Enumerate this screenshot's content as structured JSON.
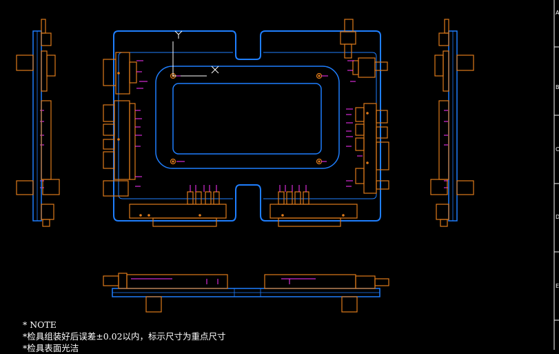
{
  "axes": {
    "y_label": "Y",
    "x_label": "X"
  },
  "border_letters": [
    "A",
    "B",
    "C",
    "D",
    "E"
  ],
  "notes": {
    "title": "* NOTE",
    "line1": "*检具组装好后误差±0.02以内，标示尺寸为重点尺寸",
    "line2": "*检具表面光洁"
  },
  "colors": {
    "background": "#000000",
    "outline_blue": "#1f7fff",
    "component_orange": "#e07b1a",
    "dimension_magenta": "#ff33ff",
    "frame_white": "#ffffff"
  }
}
